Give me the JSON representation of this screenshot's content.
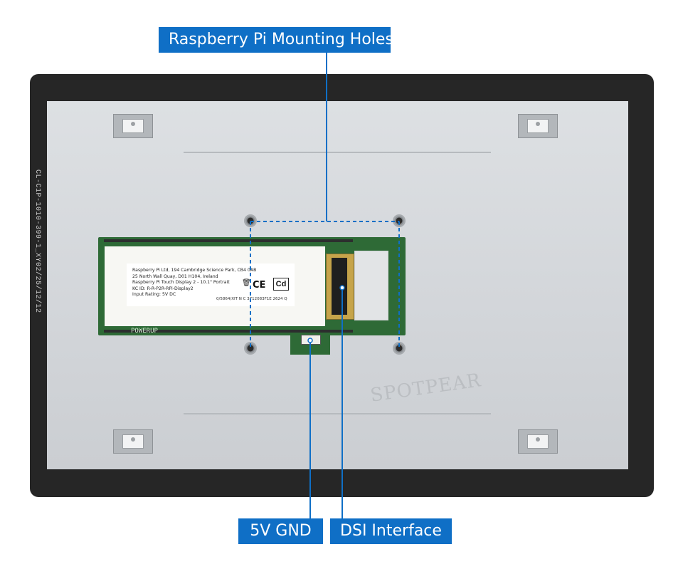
{
  "callouts": {
    "mounting_holes": "Raspberry Pi Mounting Holes",
    "power": "5V GND",
    "dsi": "DSI Interface"
  },
  "colors": {
    "callout_bg": "#0f6fc6",
    "leader_line": "#0f6fc6",
    "frame": "#262626",
    "back_plate": "#d6d9dc",
    "pcb": "#2e6a36"
  },
  "device": {
    "side_print": "CL-C1P-1010-399-1_XY02/25/12/12",
    "label_lines": [
      "Raspberry Pi Ltd, 194 Cambridge Science Park, CB4 0AB",
      "25 North Wall Quay, D01 H104, Ireland",
      "Raspberry Pi Touch Display 2 - 10.1\" Portrait",
      "KC ID: R-R-P2R-RPi-Display2",
      "Input Rating: 5V DC"
    ],
    "label_id": "0/5864/XIT N C 3712083F1E 2624 Q",
    "ce_mark": "CE",
    "cd_mark": "Cd",
    "pcb_print": "POWERUP",
    "watermark": "SPOTPEAR"
  }
}
